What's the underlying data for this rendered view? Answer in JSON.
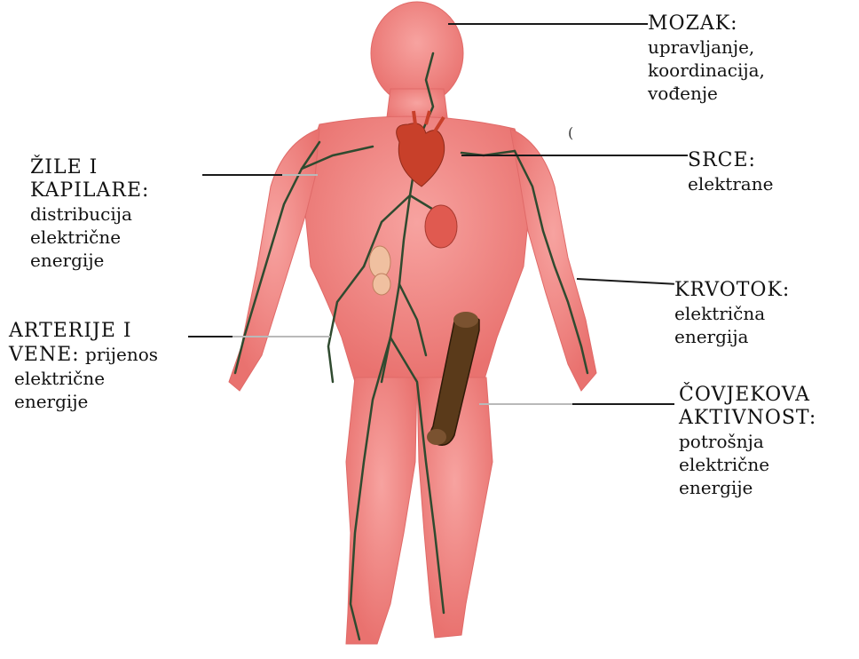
{
  "colors": {
    "skin": "#f28b8b",
    "skin_dark": "#e56f6f",
    "vessel": "#2f4a2f",
    "heart": "#c8402a",
    "bone": "#5a3a1a",
    "text": "#111111"
  },
  "labels": {
    "brain": {
      "title": "MOZAK:",
      "lines": [
        "upravljanje,",
        "koordinacija,",
        "vođenje"
      ]
    },
    "heart": {
      "title": "SRCE:",
      "lines": [
        "elektrane"
      ]
    },
    "vessels": {
      "title_1": "ŽILE I",
      "title_2": "KAPILARE:",
      "lines": [
        "distribucija",
        "električne",
        "energije"
      ]
    },
    "circulation": {
      "title": "KRVOTOK:",
      "lines": [
        "električna",
        "energija"
      ]
    },
    "arteries": {
      "title_1": "ARTERIJE I",
      "title_2": "VENE:",
      "title_2_rest": " prijenos",
      "lines": [
        "električne",
        "energije"
      ]
    },
    "activity": {
      "title_1": "ČOVJEKOVA",
      "title_2": "AKTIVNOST:",
      "lines": [
        "potrošnja",
        "električne",
        "energije"
      ]
    }
  }
}
